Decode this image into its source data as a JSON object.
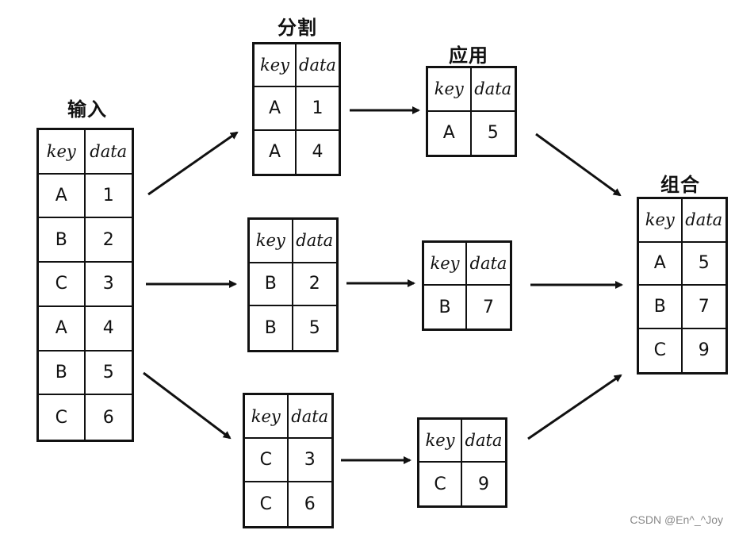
{
  "labels": {
    "input": "输入",
    "split": "分割",
    "apply": "应用",
    "combine": "组合"
  },
  "header": {
    "key": "key",
    "data": "data"
  },
  "tables": {
    "input": [
      [
        "A",
        "1"
      ],
      [
        "B",
        "2"
      ],
      [
        "C",
        "3"
      ],
      [
        "A",
        "4"
      ],
      [
        "B",
        "5"
      ],
      [
        "C",
        "6"
      ]
    ],
    "split_a": [
      [
        "A",
        "1"
      ],
      [
        "A",
        "4"
      ]
    ],
    "split_b": [
      [
        "B",
        "2"
      ],
      [
        "B",
        "5"
      ]
    ],
    "split_c": [
      [
        "C",
        "3"
      ],
      [
        "C",
        "6"
      ]
    ],
    "apply_a": [
      [
        "A",
        "5"
      ]
    ],
    "apply_b": [
      [
        "B",
        "7"
      ]
    ],
    "apply_c": [
      [
        "C",
        "9"
      ]
    ],
    "combine": [
      [
        "A",
        "5"
      ],
      [
        "B",
        "7"
      ],
      [
        "C",
        "9"
      ]
    ]
  },
  "watermark": "CSDN @En^_^Joy"
}
